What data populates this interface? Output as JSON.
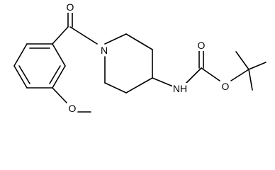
{
  "diagram": {
    "type": "chemical-structure",
    "background": "#ffffff",
    "bond_color": "#000000",
    "atom_labels": {
      "carbonyl_oxygen_amide": "O",
      "piperidine_nitrogen": "N",
      "methoxy_oxygen": "O",
      "carbamate_nh": "NH",
      "carbamate_carbonyl_oxygen": "O",
      "carbamate_ester_oxygen": "O"
    }
  }
}
